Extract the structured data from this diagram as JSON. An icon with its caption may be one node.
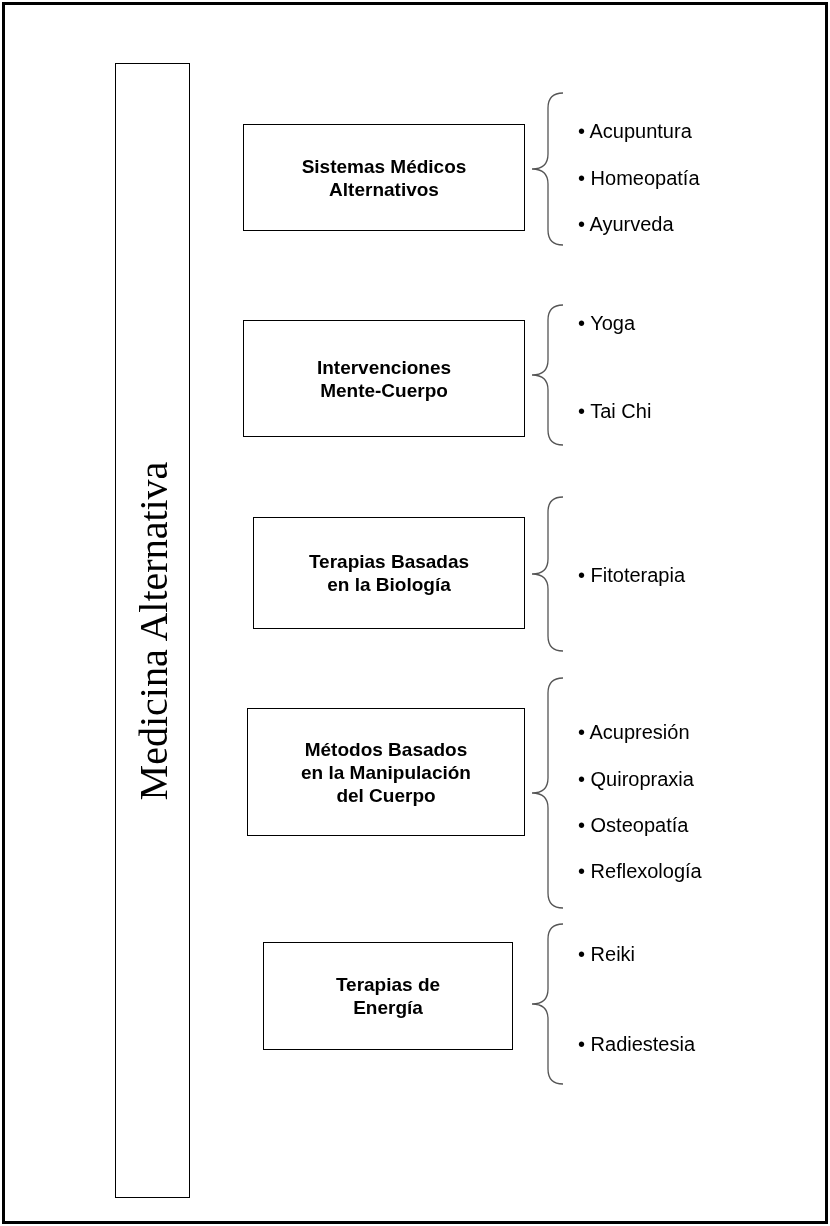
{
  "diagram": {
    "nodes": [
      {
        "text": [
          "Medicina Alternativa"
        ]
      },
      {
        "text": [
          "Sistemas Médicos Alternativos"
        ],
        "beside": [
          "• Acupuntura",
          "• Homeopatía",
          "• Ayurveda"
        ]
      },
      {
        "text": [
          "Intervenciones Mente-Cuerpo"
        ],
        "beside": [
          "• Yoga",
          "• Tai Chi"
        ]
      },
      {
        "text": [
          "Terapias Basadas en la Biología"
        ],
        "beside": [
          "• Fitoterapia"
        ]
      },
      {
        "text": [
          "Métodos Basados en la Manipulación del Cuerpo"
        ],
        "beside": [
          "• Acupresión",
          "• Quiropraxia",
          "• Osteopatía",
          "• Reflexología"
        ]
      },
      {
        "text": [
          "Terapias de Energía"
        ],
        "beside": [
          "• Reiki",
          "• Radiestesia"
        ]
      }
    ]
  }
}
